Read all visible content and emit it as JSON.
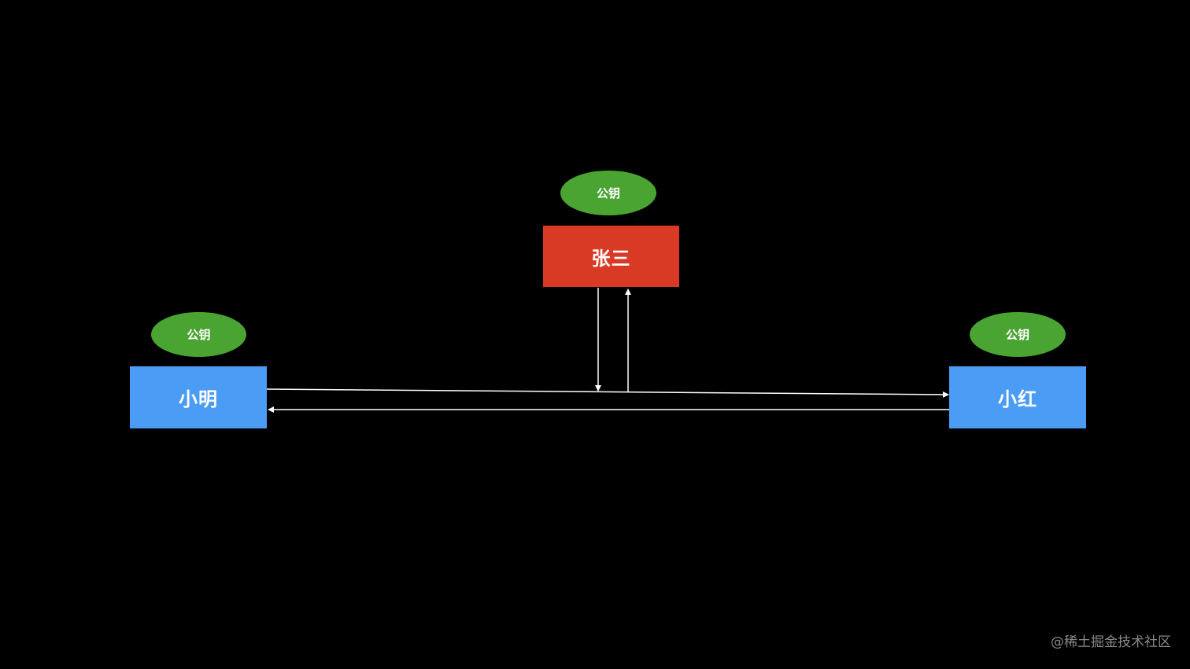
{
  "nodes": {
    "zhangsan": {
      "label": "张三",
      "key_label": "公钥"
    },
    "xiaoming": {
      "label": "小明",
      "key_label": "公钥"
    },
    "xiaohong": {
      "label": "小红",
      "key_label": "公钥"
    }
  },
  "watermark": "@稀土掘金技术社区",
  "colors": {
    "background": "#000000",
    "user_box": "#4a9cf5",
    "attacker_box": "#d93a26",
    "key_ellipse": "#4aa431",
    "arrow": "#ffffff"
  }
}
